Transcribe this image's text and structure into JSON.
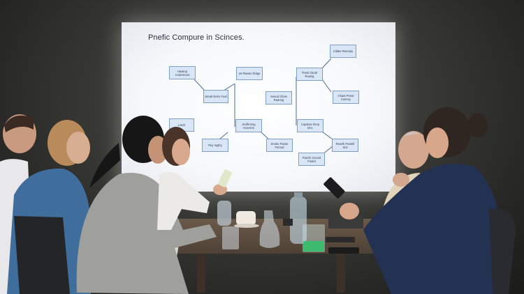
{
  "scene": {
    "description_colors": {
      "wall": "#383835",
      "screen": "#f6f8fb",
      "node_fill": "#d9e6f6",
      "node_border": "#7f9ec4",
      "table": "#5c4d40"
    }
  },
  "slide": {
    "title": "Pnefic Compure in Scinces.",
    "nodes": [
      {
        "id": "n1",
        "label": "Hawtop Coderment"
      },
      {
        "id": "n2",
        "label": "Steak Deire Foal"
      },
      {
        "id": "n3",
        "label": "16 Plaster Ridge"
      },
      {
        "id": "n4",
        "label": "Seand Clinte Raanng"
      },
      {
        "id": "n5",
        "label": "Thetic hiindr Rusnig"
      },
      {
        "id": "n6",
        "label": "Cilabe Ronnaiy"
      },
      {
        "id": "n7",
        "label": "Chast Penal Casnny"
      },
      {
        "id": "n8",
        "label": "Loteh"
      },
      {
        "id": "n9",
        "label": "Ruy Ingitry"
      },
      {
        "id": "n10",
        "label": "Sridhnong Hoverne"
      },
      {
        "id": "n11",
        "label": "Snoke Fastor Fsrnod"
      },
      {
        "id": "n12",
        "label": "Capteae Ilnep Dnc"
      },
      {
        "id": "n13",
        "label": "Rearth Pantell Siol"
      },
      {
        "id": "n14",
        "label": "Pancfe Goced Fiodot"
      }
    ]
  }
}
